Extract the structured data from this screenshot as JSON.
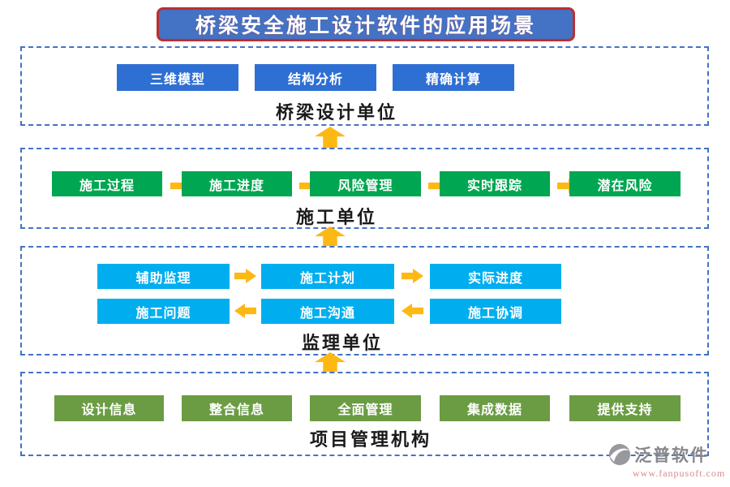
{
  "title": "桥梁安全施工设计软件的应用场景",
  "colors": {
    "title_bg": "#4472C4",
    "title_border": "#bc2f2f",
    "dashed_border": "#4472C4",
    "blue_node": "#2e6fd4",
    "green_node": "#00a651",
    "cyan_node": "#00aeef",
    "olive_node": "#6b9c43",
    "arrow": "#fdb813"
  },
  "sections": [
    {
      "label": "桥梁设计单位",
      "items": [
        "三维模型",
        "结构分析",
        "精确计算"
      ]
    },
    {
      "label": "施工单位",
      "items": [
        "施工过程",
        "施工进度",
        "风险管理",
        "实时跟踪",
        "潜在风险"
      ]
    },
    {
      "label": "监理单位",
      "rows": [
        [
          "辅助监理",
          "施工计划",
          "实际进度"
        ],
        [
          "施工问题",
          "施工沟通",
          "施工协调"
        ]
      ]
    },
    {
      "label": "项目管理机构",
      "items": [
        "设计信息",
        "整合信息",
        "全面管理",
        "集成数据",
        "提供支持"
      ]
    }
  ],
  "watermark": {
    "brand": "泛普软件",
    "url": "www.fanpusoft.com"
  }
}
